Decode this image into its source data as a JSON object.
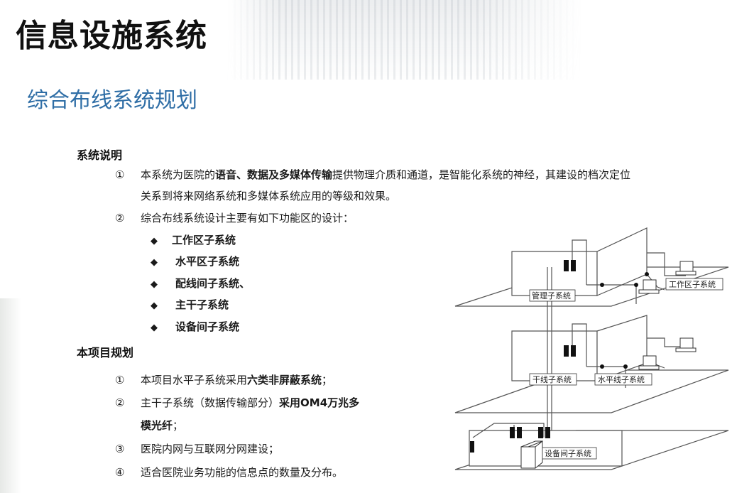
{
  "title": "信息设施系统",
  "subtitle": "综合布线系统规划",
  "section1": {
    "heading": "系统说明",
    "item1": {
      "num": "①",
      "pre": "本系统为医院的",
      "bold": "语音、数据及多媒体传输",
      "post": "提供物理介质和通道，是智能化系统的神经，其建设的档次定位",
      "line2": "关系到将来网络系统和多媒体系统应用的等级和效果。"
    },
    "item2": {
      "num": "②",
      "text": "综合布线系统设计主要有如下功能区的设计："
    },
    "bullets": [
      "工作区子系统",
      "水平区子系统",
      "配线间子系统、",
      "主干子系统",
      "设备间子系统"
    ],
    "bullet_symbol": "◆"
  },
  "section2": {
    "heading": "本项目规划",
    "items": [
      {
        "num": "①",
        "pre": "本项目水平子系统采用",
        "bold": "六类非屏蔽系统",
        "post": "；"
      },
      {
        "num": "②",
        "pre": "主干子系统（数据传输部分）",
        "bold": "采用OM4万兆多",
        "line2_bold": "模光纤",
        "line2_post": "；"
      },
      {
        "num": "③",
        "text": "医院内网与互联网分网建设；"
      },
      {
        "num": "④",
        "text": "适合医院业务功能的信息点的数量及分布。"
      }
    ]
  },
  "diagram": {
    "labels": {
      "admin": "管理子系统",
      "work": "工作区子系统",
      "trunk": "干线子系统",
      "horizontal": "水平线子系统",
      "equipment": "设备间子系统"
    }
  }
}
